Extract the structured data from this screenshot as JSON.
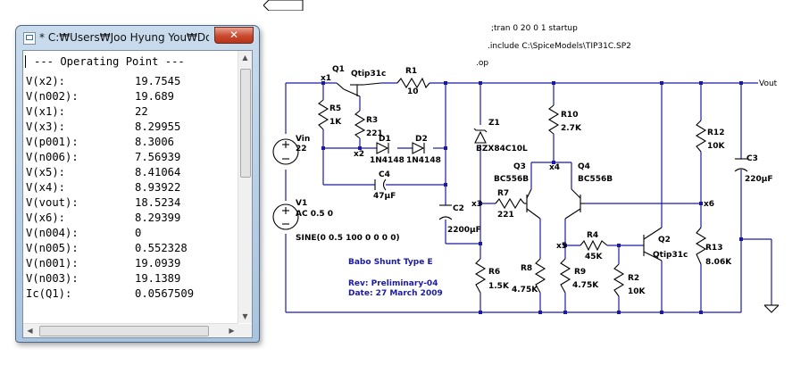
{
  "window": {
    "title": "* C:₩Users₩Joo Hyung You₩Docu...",
    "close_label": "✕",
    "heading": "--- Operating Point ---",
    "rows": [
      {
        "label": "V(x2):",
        "value": "19.7545"
      },
      {
        "label": "V(n002):",
        "value": "19.689"
      },
      {
        "label": "V(x1):",
        "value": "22"
      },
      {
        "label": "V(x3):",
        "value": "8.29955"
      },
      {
        "label": "V(p001):",
        "value": "8.3006"
      },
      {
        "label": "V(n006):",
        "value": "7.56939"
      },
      {
        "label": "V(x5):",
        "value": "8.41064"
      },
      {
        "label": "V(x4):",
        "value": "8.93922"
      },
      {
        "label": "V(vout):",
        "value": "18.5234"
      },
      {
        "label": "V(x6):",
        "value": "8.29399"
      },
      {
        "label": "V(n004):",
        "value": "0"
      },
      {
        "label": "V(n005):",
        "value": "0.552328"
      },
      {
        "label": "V(n001):",
        "value": "19.0939"
      },
      {
        "label": "V(n003):",
        "value": "19.1389"
      },
      {
        "label": "Ic(Q1):",
        "value": "0.0567509"
      }
    ]
  },
  "schematic": {
    "directives": [
      ";tran 0 20 0 1 startup",
      ".include C:\\SpiceModels\\TIP31C.SP2",
      ".op"
    ],
    "vin": {
      "name": "Vin",
      "value": "22"
    },
    "v1": {
      "name": "V1",
      "value": "AC 0.5 0",
      "source": "SINE(0 0.5 100 0 0 0 0)"
    },
    "q1": {
      "name": "Q1",
      "model": "Qtip31c"
    },
    "r1": {
      "name": "R1",
      "value": "10"
    },
    "r5": {
      "name": "R5",
      "value": "1K"
    },
    "r3": {
      "name": "R3",
      "value": "221"
    },
    "d1": {
      "name": "D1",
      "value": "1N4148"
    },
    "d2": {
      "name": "D2",
      "value": "1N4148"
    },
    "c4": {
      "name": "C4",
      "value": "47µF"
    },
    "c2": {
      "name": "C2",
      "value": "2200µF"
    },
    "z1": {
      "name": "Z1",
      "value": "BZX84C10L"
    },
    "r10": {
      "name": "R10",
      "value": "2.7K"
    },
    "q3": {
      "name": "Q3",
      "model": "BC556B"
    },
    "q4": {
      "name": "Q4",
      "model": "BC556B"
    },
    "r7": {
      "name": "R7",
      "value": "221"
    },
    "r6": {
      "name": "R6",
      "value": "1.5K"
    },
    "r8": {
      "name": "R8",
      "value": "4.75K"
    },
    "r9": {
      "name": "R9",
      "value": "4.75K"
    },
    "r4": {
      "name": "R4",
      "value": "45K"
    },
    "r2": {
      "name": "R2",
      "value": "10K"
    },
    "q2": {
      "name": "Q2",
      "model": "Qtip31c"
    },
    "r12": {
      "name": "R12",
      "value": "10K"
    },
    "r13": {
      "name": "R13",
      "value": "8.06K"
    },
    "c3": {
      "name": "C3",
      "value": "220µF"
    },
    "vout_label": "Vout",
    "nodes": {
      "x1": "x1",
      "x2": "x2",
      "x3": "x3",
      "x4": "x4",
      "x5": "x5",
      "x6": "x6"
    },
    "title_block": {
      "title": "Babo Shunt Type E",
      "rev": "Rev: Preliminary-04",
      "date": "Date: 27 March 2009"
    },
    "colors": {
      "wire": "#1a1aa6",
      "node": "#1a1aa6",
      "component": "#000000",
      "note": "#1a1aa6"
    }
  }
}
